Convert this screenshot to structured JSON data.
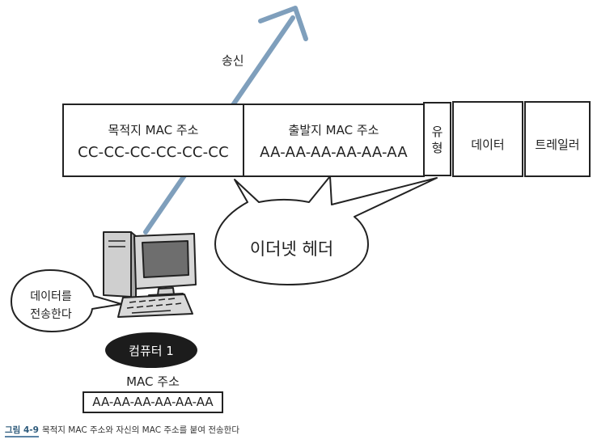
{
  "frame": {
    "dest_mac_label": "목적지 MAC 주소",
    "dest_mac_value": "CC-CC-CC-CC-CC-CC",
    "src_mac_label": "출발지 MAC 주소",
    "src_mac_value": "AA-AA-AA-AA-AA-AA",
    "type_label_1": "유",
    "type_label_2": "형",
    "data_label": "데이터",
    "trailer_label": "트레일러"
  },
  "arrow_label": "송신",
  "header_bubble": "이더넷 헤더",
  "speech_bubble": {
    "line1": "데이터를",
    "line2": "전송한다"
  },
  "computer": {
    "name": "컴퓨터 1",
    "mac_label": "MAC 주소",
    "mac_value": "AA-AA-AA-AA-AA-AA"
  },
  "caption": {
    "figure_no": "그림 4-9",
    "text": "목적지 MAC 주소와 자신의 MAC 주소를 붙여 전송한다"
  },
  "colors": {
    "arrow": "#7f9fbc",
    "outline": "#222222",
    "badge": "#1c1c1c",
    "screen": "#6e6e6e"
  }
}
